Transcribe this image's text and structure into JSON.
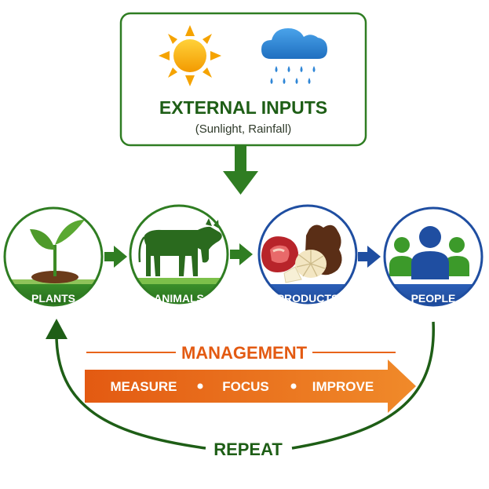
{
  "external": {
    "title": "EXTERNAL INPUTS",
    "subtitle": "(Sunlight, Rainfall)",
    "icons": [
      "sun-icon",
      "rain-cloud-icon"
    ]
  },
  "stages": [
    {
      "label": "PLANTS",
      "icon": "sprout-icon"
    },
    {
      "label": "ANIMALS",
      "icon": "cow-icon"
    },
    {
      "label": "PRODUCTS",
      "icon": "meat-cheese-leather-icon"
    },
    {
      "label": "PEOPLE",
      "icon": "people-group-icon"
    }
  ],
  "management": {
    "title": "MANAGEMENT",
    "steps": [
      "MEASURE",
      "FOCUS",
      "IMPROVE"
    ]
  },
  "loop": {
    "label": "REPEAT"
  },
  "colors": {
    "green_dark": "#1e5e16",
    "green": "#2f7d22",
    "blue": "#1f4ea1",
    "orange": "#e8641a",
    "orange_light": "#f28a2e",
    "sun": "#f5a300",
    "cloud": "#2f86d6"
  }
}
